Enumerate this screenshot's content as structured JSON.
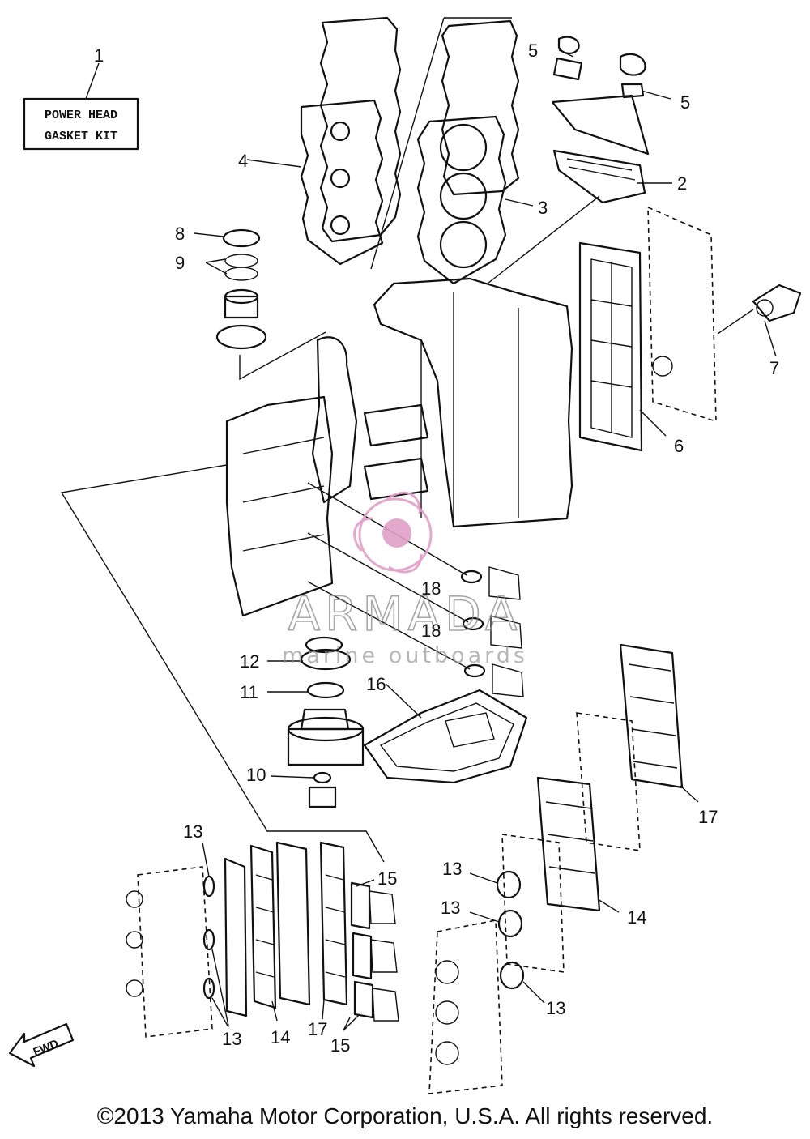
{
  "kit_label": {
    "line1": "POWER HEAD",
    "line2": "GASKET KIT"
  },
  "callouts": {
    "c1": "1",
    "c2": "2",
    "c3": "3",
    "c4": "4",
    "c5a": "5",
    "c5b": "5",
    "c6": "6",
    "c7": "7",
    "c8": "8",
    "c9": "9",
    "c10": "10",
    "c11": "11",
    "c12": "12",
    "c13a": "13",
    "c13b": "13",
    "c13c": "13",
    "c13d": "13",
    "c13e": "13",
    "c14a": "14",
    "c14b": "14",
    "c15a": "15",
    "c15b": "15",
    "c16": "16",
    "c17a": "17",
    "c17b": "17",
    "c18a": "18",
    "c18b": "18"
  },
  "fwd_label": "FWD",
  "watermark": {
    "title": "ARMADA",
    "subtitle": "marine outboards",
    "accent_color": "#e0a0c8"
  },
  "copyright": "©2013 Yamaha Motor Corporation, U.S.A. All rights reserved."
}
